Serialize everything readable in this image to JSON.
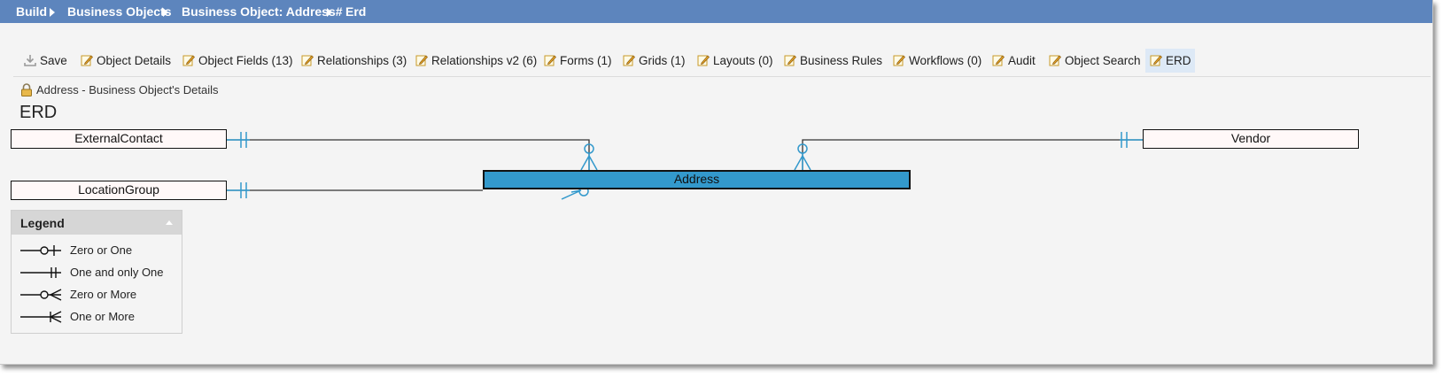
{
  "breadcrumb": [
    "Build",
    "Business Objects",
    "Business Object: Address#",
    "Erd"
  ],
  "toolbar": {
    "save": "Save",
    "object_details": "Object Details",
    "object_fields": "Object Fields (13)",
    "relationships": "Relationships (3)",
    "relationships_v2": "Relationships v2 (6)",
    "forms": "Forms (1)",
    "grids": "Grids (1)",
    "layouts": "Layouts (0)",
    "business_rules": "Business Rules",
    "workflows": "Workflows (0)",
    "audit": "Audit",
    "object_search": "Object Search",
    "erd": "ERD",
    "active": "ERD"
  },
  "hint": {
    "label": "Address - Business Object's Details",
    "icon": "lock-icon"
  },
  "page_title": "ERD",
  "erd": {
    "main_entity": "Address",
    "entities": [
      "ExternalContact",
      "LocationGroup",
      "Vendor"
    ],
    "relationships": [
      {
        "from": "ExternalContact",
        "to": "Address",
        "from_end": "One and only One",
        "to_end": "Zero or More"
      },
      {
        "from": "LocationGroup",
        "to": "Address",
        "from_end": "One and only One",
        "to_end": "Zero or More"
      },
      {
        "from": "Vendor",
        "to": "Address",
        "from_end": "One and only One",
        "to_end": "Zero or More"
      }
    ],
    "line_color": "#3399cc",
    "main_color": "#3399cc"
  },
  "legend": {
    "title": "Legend",
    "items": [
      "Zero or One",
      "One and only One",
      "Zero or More",
      "One or More"
    ]
  },
  "colors": {
    "header_bg": "#5d85bd",
    "active_tab_bg": "#dde9f6"
  }
}
